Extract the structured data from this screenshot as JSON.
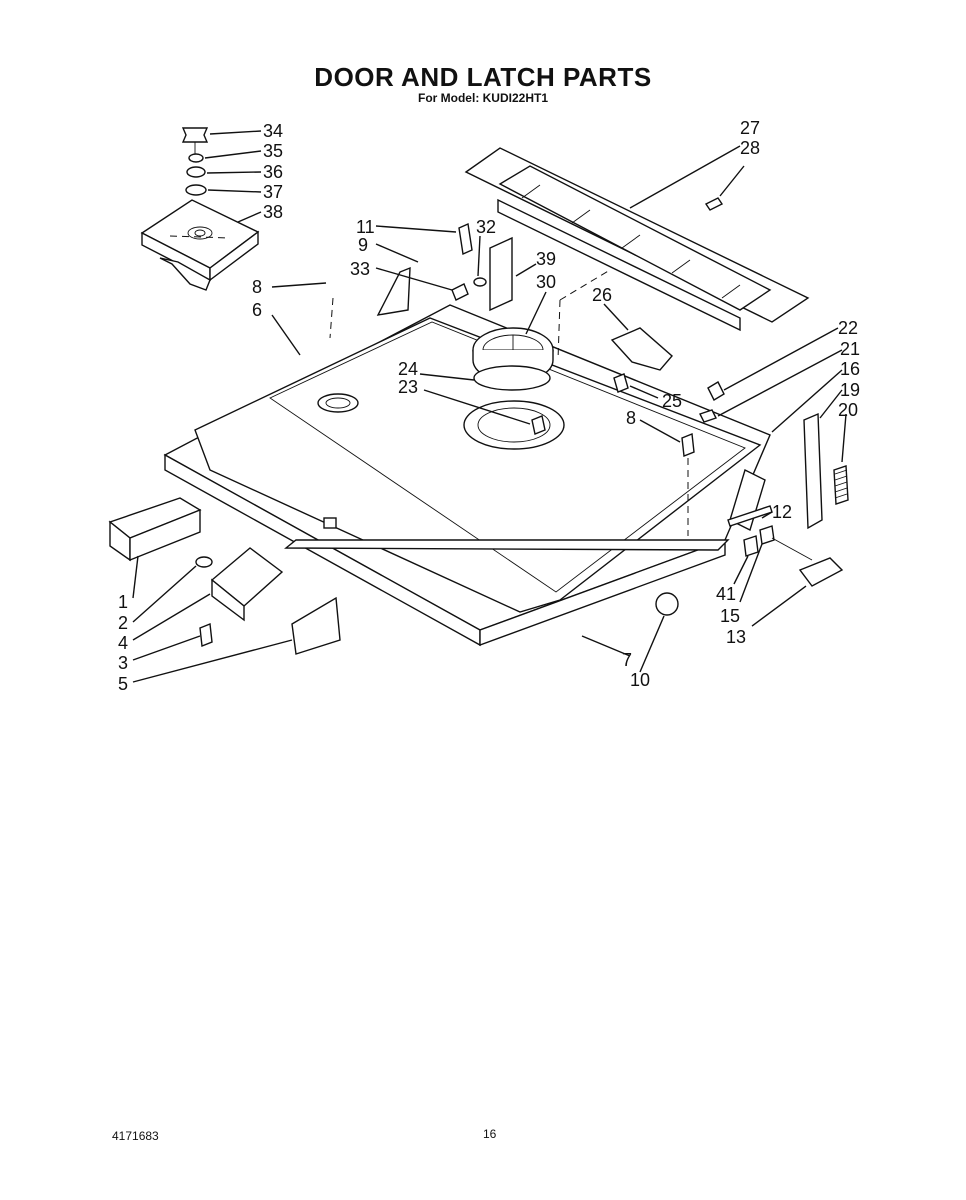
{
  "title": "DOOR AND LATCH PARTS",
  "subtitle": "For Model: KUDI22HT1",
  "footer": {
    "doc_number": "4171683",
    "page_number": "16"
  },
  "callouts": {
    "c34": "34",
    "c35": "35",
    "c36": "36",
    "c37": "37",
    "c38": "38",
    "c27": "27",
    "c28": "28",
    "c11": "11",
    "c9": "9",
    "c32": "32",
    "c39": "39",
    "c33": "33",
    "c30": "30",
    "c8a": "8",
    "c6": "6",
    "c26": "26",
    "c24": "24",
    "c23": "23",
    "c25": "25",
    "c8b": "8",
    "c22": "22",
    "c21": "21",
    "c16": "16",
    "c19": "19",
    "c20": "20",
    "c12": "12",
    "c41": "41",
    "c15": "15",
    "c13": "13",
    "c1": "1",
    "c2": "2",
    "c4": "4",
    "c3": "3",
    "c5": "5",
    "c7": "7",
    "c10": "10"
  }
}
